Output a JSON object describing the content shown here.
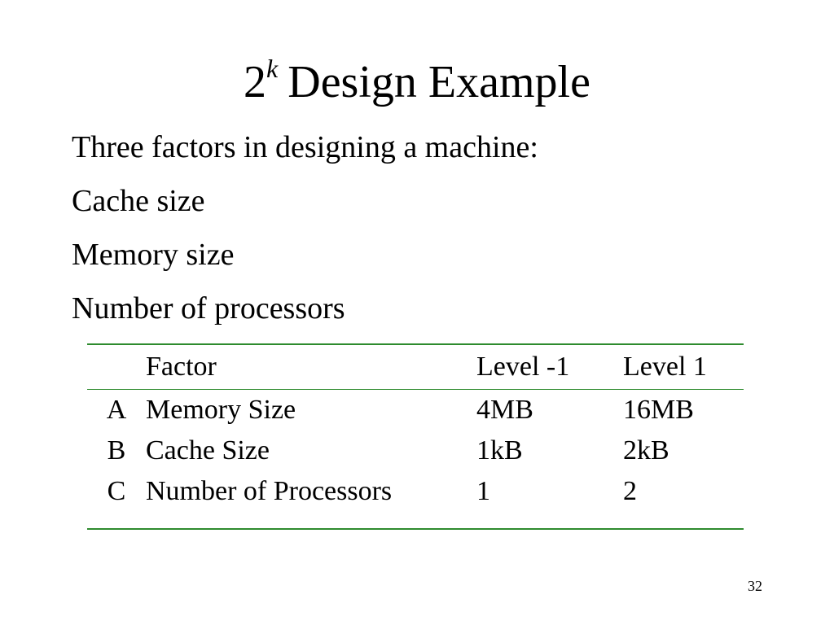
{
  "slide": {
    "title_base": "2",
    "title_sup": "k",
    "title_rest": "Design Example",
    "bullets": [
      "Three factors in designing a machine:",
      "Cache size",
      "Memory size",
      "Number of processors"
    ],
    "table": {
      "headers": [
        "",
        "Factor",
        "Level -1",
        "Level 1"
      ],
      "rows": [
        [
          "A",
          "Memory Size",
          "4MB",
          "16MB"
        ],
        [
          "B",
          "Cache Size",
          "1kB",
          "2kB"
        ],
        [
          "C",
          "Number of Processors",
          "1",
          "2"
        ]
      ]
    },
    "page_number": "32",
    "rule_color": "#2e8b2e"
  }
}
